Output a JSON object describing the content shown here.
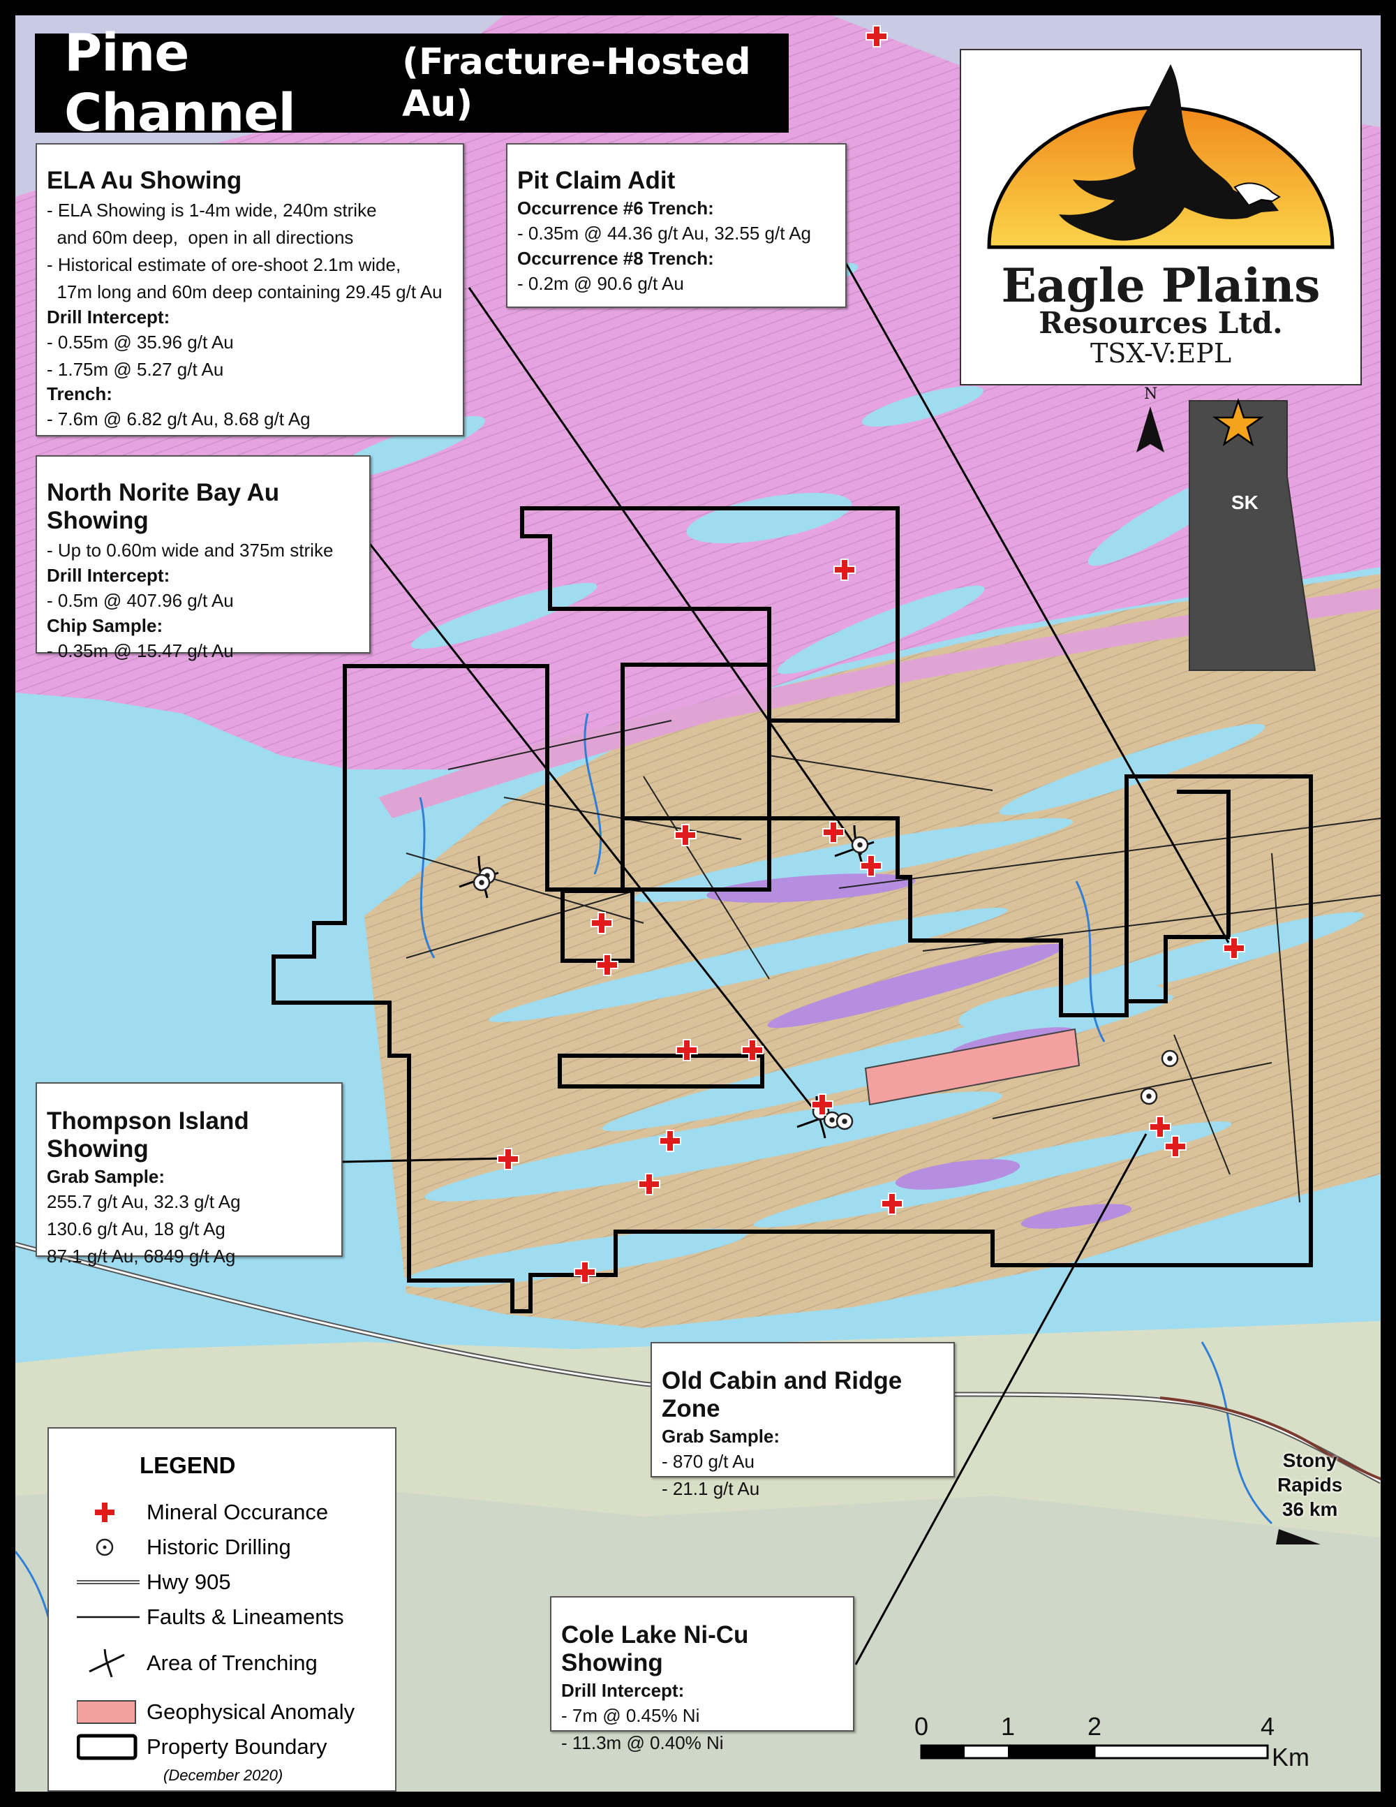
{
  "title": {
    "main": "Pine Channel",
    "sub": "(Fracture-Hosted Au)"
  },
  "logo": {
    "line1": "Eagle Plains",
    "line2": "Resources Ltd.",
    "ticker": "TSX-V:EPL"
  },
  "inset": {
    "province": "SK",
    "north": "N"
  },
  "callouts": {
    "ela": {
      "title": "ELA Au Showing",
      "lines1": [
        "- ELA Showing is 1-4m wide, 240m strike",
        "  and 60m deep,  open in all directions",
        "- Historical estimate of ore-shoot 2.1m wide,",
        "  17m long and 60m deep containing 29.45 g/t Au"
      ],
      "h2": "Drill Intercept:",
      "lines2": [
        "- 0.55m @ 35.96 g/t Au",
        "- 1.75m @ 5.27 g/t Au"
      ],
      "h3": "Trench:",
      "lines3": [
        "- 7.6m @ 6.82 g/t Au, 8.68 g/t Ag"
      ]
    },
    "pit": {
      "title": "Pit Claim Adit",
      "h1": "Occurrence #6 Trench:",
      "lines1": [
        "- 0.35m @ 44.36 g/t Au, 32.55 g/t Ag"
      ],
      "h2": "Occurrence #8 Trench:",
      "lines2": [
        "- 0.2m @ 90.6 g/t Au"
      ]
    },
    "norite": {
      "title": "North Norite Bay Au Showing",
      "lines1": [
        "- Up to 0.60m wide and 375m strike"
      ],
      "h2": "Drill Intercept:",
      "lines2": [
        "- 0.5m @ 407.96 g/t Au"
      ],
      "h3": "Chip Sample:",
      "lines3": [
        "- 0.35m @ 15.47 g/t Au"
      ]
    },
    "thompson": {
      "title": "Thompson Island Showing",
      "h1": "Grab Sample:",
      "lines1": [
        "255.7 g/t Au, 32.3 g/t Ag",
        "130.6 g/t Au, 18 g/t Ag",
        "87.1 g/t Au, 6849 g/t Ag"
      ]
    },
    "oldcabin": {
      "title": "Old Cabin and Ridge Zone",
      "h1": "Grab Sample:",
      "lines1": [
        "- 870 g/t Au",
        "- 21.1 g/t Au"
      ]
    },
    "cole": {
      "title": "Cole Lake Ni-Cu Showing",
      "h1": "Drill Intercept:",
      "lines1": [
        "- 7m @ 0.45% Ni",
        "- 11.3m @ 0.40% Ni"
      ]
    }
  },
  "legend": {
    "title": "LEGEND",
    "items": [
      "Mineral Occurance",
      "Historic Drilling",
      "Hwy 905",
      "Faults & Lineaments",
      "Area of Trenching",
      "Geophysical Anomaly",
      "Property Boundary"
    ],
    "date": "(December 2020)"
  },
  "scalebar": {
    "ticks": [
      "0",
      "1",
      "2",
      "4"
    ],
    "unit": "Km"
  },
  "stony_rapids": {
    "line1": "Stony",
    "line2": "Rapids",
    "line3": "36 km"
  },
  "colors": {
    "water": "#9fdcef",
    "granite": "#e5a3e0",
    "sediment": "#d9c19a",
    "plain": "#d9dfc6",
    "mafic": "#b58ee0",
    "anomaly": "#f3a0a0",
    "occurrence": "#e01b1b"
  }
}
